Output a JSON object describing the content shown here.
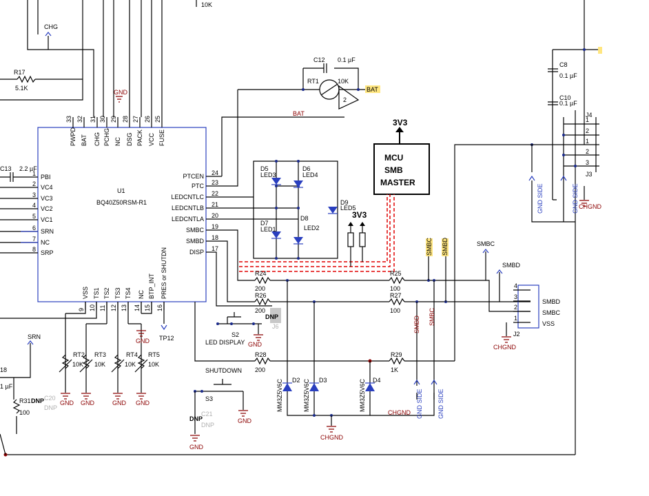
{
  "ic": {
    "ref": "U1",
    "part": "BQ40Z50RSM-R1",
    "top_pins": [
      {
        "num": "33",
        "name": "PWPD"
      },
      {
        "num": "32",
        "name": "BAT"
      },
      {
        "num": "31",
        "name": "CHG"
      },
      {
        "num": "30",
        "name": "PCHG"
      },
      {
        "num": "29",
        "name": "NC"
      },
      {
        "num": "28",
        "name": "DSG"
      },
      {
        "num": "27",
        "name": "PACK"
      },
      {
        "num": "26",
        "name": "VCC"
      },
      {
        "num": "25",
        "name": "FUSE"
      }
    ],
    "left_pins": [
      {
        "num": "1",
        "name": "PBI"
      },
      {
        "num": "2",
        "name": "VC4"
      },
      {
        "num": "3",
        "name": "VC3"
      },
      {
        "num": "4",
        "name": "VC2"
      },
      {
        "num": "5",
        "name": "VC1"
      },
      {
        "num": "6",
        "name": "SRN"
      },
      {
        "num": "7",
        "name": "NC"
      },
      {
        "num": "8",
        "name": "SRP"
      }
    ],
    "right_pins": [
      {
        "num": "24",
        "name": "PTCEN"
      },
      {
        "num": "23",
        "name": "PTC"
      },
      {
        "num": "22",
        "name": "LEDCNTLC"
      },
      {
        "num": "21",
        "name": "LEDCNTLB"
      },
      {
        "num": "20",
        "name": "LEDCNTLA"
      },
      {
        "num": "19",
        "name": "SMBC"
      },
      {
        "num": "18",
        "name": "SMBD"
      },
      {
        "num": "17",
        "name": "DISP"
      }
    ],
    "bottom_pins": [
      {
        "num": "9",
        "name": "VSS"
      },
      {
        "num": "10",
        "name": "TS1"
      },
      {
        "num": "11",
        "name": "TS2"
      },
      {
        "num": "12",
        "name": "TS3"
      },
      {
        "num": "13",
        "name": "TS4"
      },
      {
        "num": "14",
        "name": "NC"
      },
      {
        "num": "15",
        "name": "BTP_INT"
      },
      {
        "num": "16",
        "name": "PRES or SHUTDN"
      }
    ]
  },
  "labels": {
    "chg": "CHG",
    "r10k_top": "10K",
    "r17": "R17",
    "r17_val": "5.1K",
    "gnd": "GND",
    "c12": "C12",
    "c12_val": "0.1 µF",
    "rt1": "RT1",
    "rt1_val": "10K",
    "rt1_pin": "2",
    "bat_tag": "BAT",
    "bat_net": "BAT",
    "v3v3": "3V3",
    "mcu1": "MCU",
    "mcu2": "SMB",
    "mcu3": "MASTER",
    "c13": "C13",
    "c13_val": "2.2 µF",
    "d5": "D5",
    "led3": "LED3",
    "d6": "D6",
    "led4": "LED4",
    "d9": "D9",
    "led5": "LED5",
    "d7": "D7",
    "led1": "LED1",
    "d8": "D8",
    "led2": "LED2",
    "v3v3_b": "3V3",
    "r24": "R24",
    "r24_val": "200",
    "r25": "R25",
    "r25_val": "100",
    "r26": "R26",
    "r26_val": "200",
    "r27": "R27",
    "r27_val": "100",
    "r28": "R28",
    "r28_val": "200",
    "r29": "R29",
    "r29_val": "1K",
    "smbc_tag": "SMBC",
    "smbd_tag": "SMBD",
    "smbc": "SMBC",
    "smbd": "SMBD",
    "j2": "J2",
    "j2_p4": "4",
    "j2_p3": "3",
    "j2_p2": "2",
    "j2_p1": "1",
    "j2_smbd": "SMBD",
    "j2_smbc": "SMBC",
    "j2_vss": "VSS",
    "chgnd": "CHGND",
    "c8": "C8",
    "c8_val": "0.1 µF",
    "c10": "C10",
    "c10_val": "0.1 µF",
    "j4": "J4",
    "j3": "J3",
    "gnd_side": "GND SIDE",
    "pin1": "1",
    "pin2": "2",
    "pin3": "3",
    "s2": "S2",
    "s2_lbl": "LED DISPLAY",
    "dnp": "DNP",
    "j6": "J6",
    "tp12": "TP12",
    "srn": "SRN",
    "rt2": "RT2",
    "rt3": "RT3",
    "rt4": "RT4",
    "rt5": "RT5",
    "r10k": "10K",
    "c18": "18",
    "c18_val": "1 µF",
    "r31": "R31",
    "r31_val": "100",
    "c20": "C20",
    "c20_dnp": "DNP",
    "shutdown": "SHUTDOWN",
    "s3": "S3",
    "c21": "C21",
    "c21_dnp": "DNP",
    "d2": "D2",
    "d3": "D3",
    "d4": "D4",
    "zener": "MM3Z5V6C",
    "smbd_r": "SMBD",
    "smbc_r": "SMBC"
  }
}
